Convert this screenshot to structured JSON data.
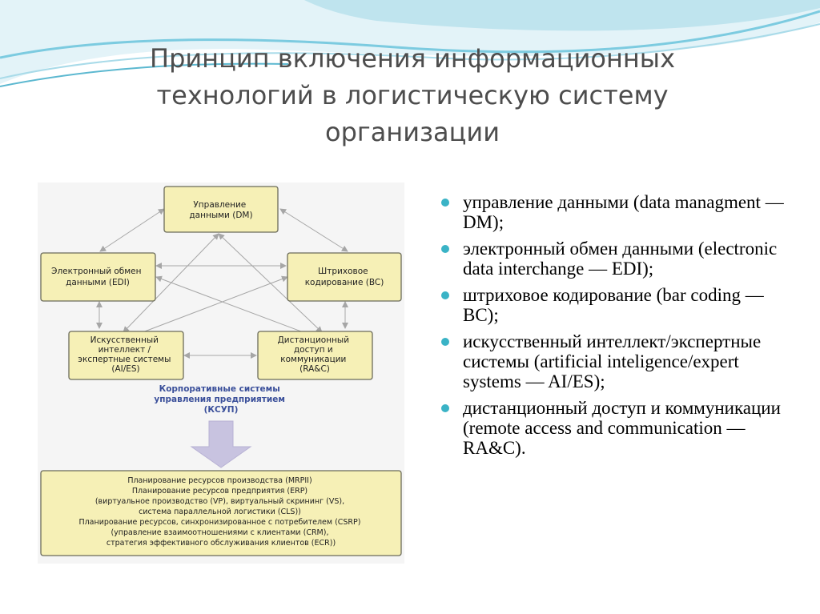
{
  "slide": {
    "title": "Принцип включения информационных технологий в логистическую систему организации"
  },
  "diagram": {
    "nodes": {
      "dm": [
        "Управление",
        "данными (DM)"
      ],
      "edi": [
        "Электронный обмен",
        "данными (EDI)"
      ],
      "bc": [
        "Штриховое",
        "кодирование (BC)"
      ],
      "ai": [
        "Искусственный",
        "интеллект /",
        "экспертные системы",
        "(AI/ES)"
      ],
      "rac": [
        "Дистанционный",
        "доступ и",
        "коммуникации",
        "(RA&C)"
      ]
    },
    "ksup_label": [
      "Корпоративные системы",
      "управления предприятием",
      "(КСУП)"
    ],
    "bottom_box": [
      "Планирование ресурсов производства (MRPII)",
      "Планирование ресурсов предприятия (ERP)",
      "(виртуальное производство (VP), виртуальный скрининг (VS),",
      "система параллельной логистики (CLS))",
      "Планирование ресурсов, синхронизированное с потребителем (CSRP)",
      "(управление взаимоотношениями с клиентами (CRM),",
      "стратегия эффективного обслуживания клиентов (ECR))"
    ]
  },
  "bullets": [
    "управление данными (data managment — DM);",
    "электронный обмен данными (electronic data interchange — EDI);",
    "штриховое кодирование (bar coding — BC);",
    "искусственный интеллект/экспертные системы (artificial inteligence/expert systems — AI/ES);",
    "дистанционный доступ и коммуникации (remote access and communication — RA&C)."
  ],
  "colors": {
    "wave_light": "#bfe4ee",
    "wave_dark": "#5cb8d0",
    "box_fill": "#f6f0b6",
    "box_stroke": "#6b6b5a",
    "bullet": "#3ab3c6",
    "big_arrow": "#c8c3e0",
    "ksup_text": "#3a4f9a"
  }
}
